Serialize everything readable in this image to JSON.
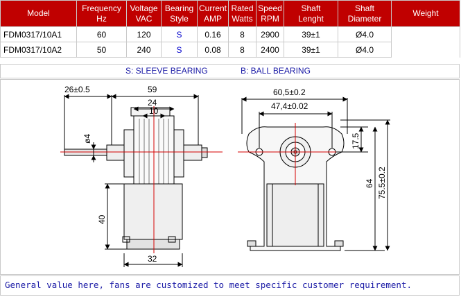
{
  "table": {
    "headers": [
      {
        "line1": "Model",
        "line2": ""
      },
      {
        "line1": "Frequency",
        "line2": "Hz"
      },
      {
        "line1": "Voltage",
        "line2": "VAC"
      },
      {
        "line1": "Bearing",
        "line2": "Style"
      },
      {
        "line1": "Current",
        "line2": "AMP"
      },
      {
        "line1": "Rated",
        "line2": "Watts"
      },
      {
        "line1": "Speed",
        "line2": "RPM"
      },
      {
        "line1": "Shaft",
        "line2": "Lenght"
      },
      {
        "line1": "Shaft",
        "line2": "Diameter"
      },
      {
        "line1": "Weight",
        "line2": ""
      }
    ],
    "rows": [
      {
        "model": "FDM0317/10A1",
        "frequency": "60",
        "voltage": "120",
        "bearing": "S",
        "current": "0.16",
        "watts": "8",
        "rpm": "2900",
        "shaft_length": "39±1",
        "shaft_diameter": "Ø4.0",
        "weight": ""
      },
      {
        "model": "FDM0317/10A2",
        "frequency": "50",
        "voltage": "240",
        "bearing": "S",
        "current": "0.08",
        "watts": "8",
        "rpm": "2400",
        "shaft_length": "39±1",
        "shaft_diameter": "Ø4.0",
        "weight": ""
      }
    ]
  },
  "legend": {
    "sleeve": "S: SLEEVE BEARING",
    "ball": "B: BALL BEARING"
  },
  "drawing": {
    "side_view": {
      "dim_shaft_offset": "26±0.5",
      "dim_width": "59",
      "dim_core": "24",
      "dim_rotor": "10",
      "dim_shaft_dia": "ø4",
      "dim_stack_height": "40",
      "dim_base": "32"
    },
    "front_view": {
      "dim_overall_width": "60,5±0.2",
      "dim_hole_spacing": "47,4±0.02",
      "dim_hole_height": "17.5",
      "dim_height": "64",
      "dim_overall_height": "75.5±0.2"
    }
  },
  "footer": {
    "note": "General value here, fans are customized to meet specific customer requirement."
  },
  "colors": {
    "header_bg": "#c00000",
    "header_text": "#ffffff",
    "legend_text": "#1a1aa6",
    "bearing_text": "#0000cc",
    "centerline": "#d40000"
  }
}
